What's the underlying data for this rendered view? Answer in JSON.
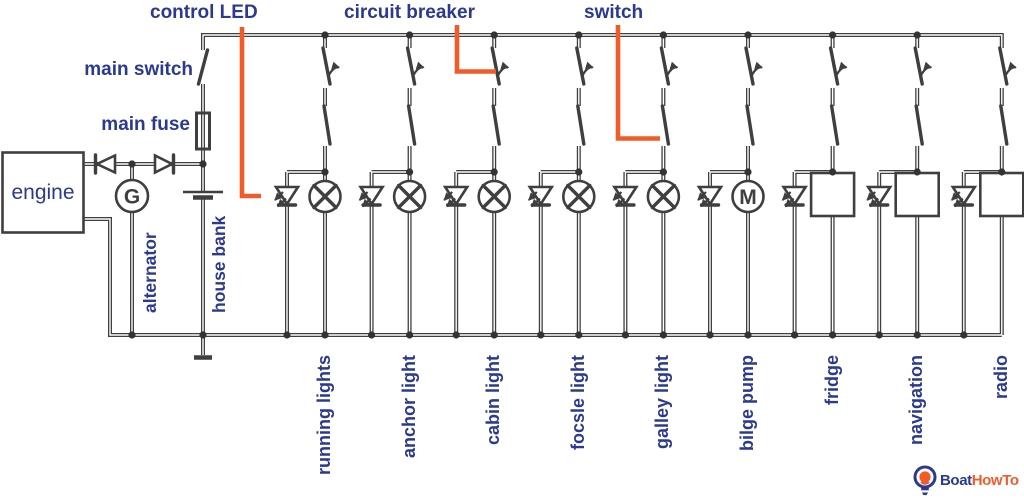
{
  "colors": {
    "blue": "#2b3991",
    "orange": "#f15b2a",
    "wire": "#3f3f3f"
  },
  "labels": {
    "control_led": "control LED",
    "circuit_breaker": "circuit breaker",
    "switch": "switch",
    "main_switch": "main switch",
    "main_fuse": "main fuse",
    "engine": "engine",
    "alternator": "alternator",
    "house_bank": "house bank"
  },
  "symbols": {
    "generator": "G",
    "motor": "M"
  },
  "branches": [
    {
      "label": "running lights",
      "load": "lamp"
    },
    {
      "label": "anchor light",
      "load": "lamp"
    },
    {
      "label": "cabin light",
      "load": "lamp"
    },
    {
      "label": "focsle light",
      "load": "lamp"
    },
    {
      "label": "galley light",
      "load": "lamp"
    },
    {
      "label": "bilge pump",
      "load": "motor"
    },
    {
      "label": "fridge",
      "load": "box"
    },
    {
      "label": "navigation",
      "load": "box"
    },
    {
      "label": "radio",
      "load": "box"
    }
  ],
  "logo": {
    "part1": "Boat",
    "part2": "HowTo",
    "icon": "lightbulb-icon"
  }
}
